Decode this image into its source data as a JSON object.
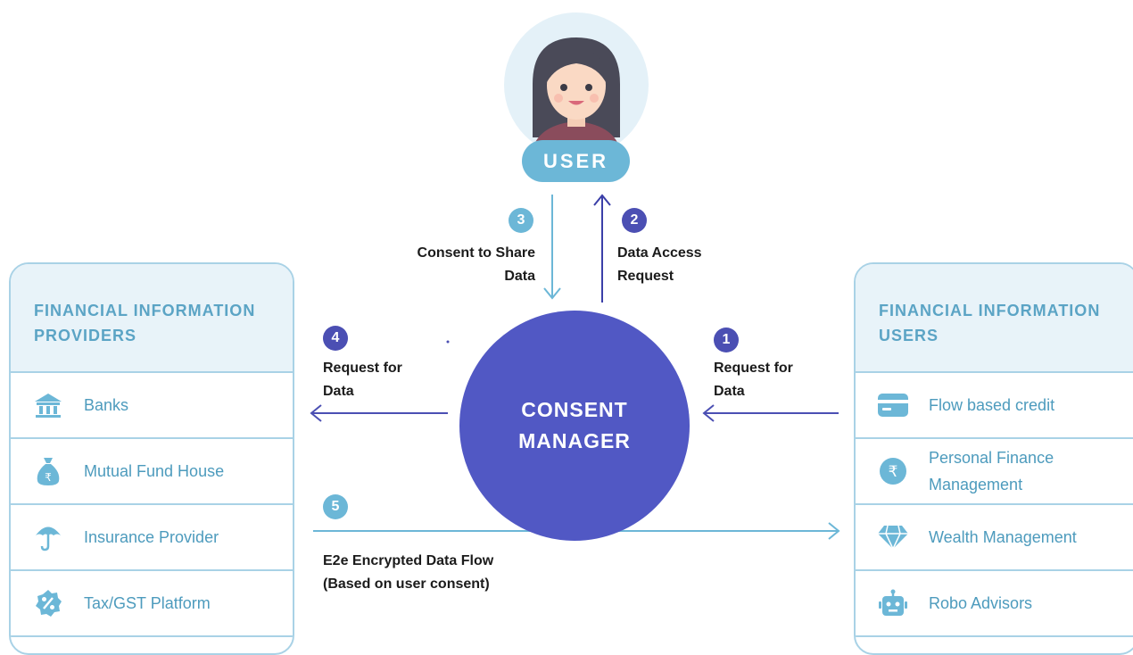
{
  "user": {
    "label": "USER"
  },
  "center": {
    "line1": "CONSENT",
    "line2": "MANAGER"
  },
  "steps": [
    {
      "num": "1",
      "caption": "Request for\nData"
    },
    {
      "num": "2",
      "caption": "Data Access\nRequest"
    },
    {
      "num": "3",
      "caption": "Consent to Share\nData"
    },
    {
      "num": "4",
      "caption": "Request for\nData"
    },
    {
      "num": "5",
      "caption": "E2e Encrypted Data Flow\n(Based on user consent)"
    }
  ],
  "providers": {
    "title": "FINANCIAL INFORMATION\nPROVIDERS",
    "items": [
      {
        "label": "Banks",
        "icon": "bank-icon"
      },
      {
        "label": "Mutual Fund House",
        "icon": "money-bag-icon"
      },
      {
        "label": "Insurance Provider",
        "icon": "umbrella-icon"
      },
      {
        "label": "Tax/GST Platform",
        "icon": "percent-badge-icon"
      }
    ]
  },
  "users": {
    "title": "FINANCIAL INFORMATION\nUSERS",
    "items": [
      {
        "label": "Flow based credit",
        "icon": "credit-card-icon"
      },
      {
        "label": "Personal Finance Management",
        "icon": "rupee-icon"
      },
      {
        "label": "Wealth Management",
        "icon": "diamond-icon"
      },
      {
        "label": "Robo Advisors",
        "icon": "robot-icon"
      }
    ]
  },
  "colors": {
    "light_blue": "#6cb7d7",
    "dark_blue": "#4b4fb3",
    "circle": "#5158c4",
    "panel_border": "#a9d2e6",
    "panel_head": "#e8f3f9",
    "text_blue": "#4d9bbd"
  }
}
